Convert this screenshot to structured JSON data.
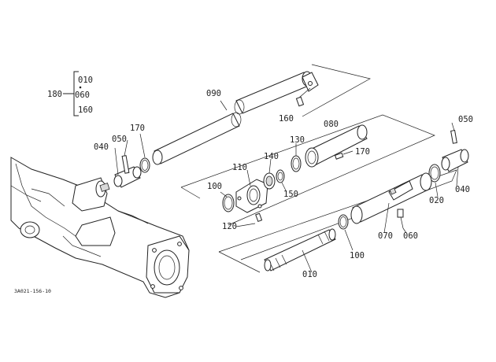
{
  "figure_code": "3A021-156-10",
  "callouts": {
    "assy_180": "180",
    "assy_010": "010",
    "assy_060": "060",
    "assy_160": "160",
    "p090": "090",
    "p160": "160",
    "p170_top": "170",
    "p050_left": "050",
    "p040_left": "040",
    "p080": "080",
    "p130": "130",
    "p170_mid": "170",
    "p110": "110",
    "p140": "140",
    "p100_left": "100",
    "p150": "150",
    "p120": "120",
    "p050_right": "050",
    "p040_right": "040",
    "p020": "020",
    "p070": "070",
    "p060": "060",
    "p100_bottom": "100",
    "p010": "010"
  }
}
